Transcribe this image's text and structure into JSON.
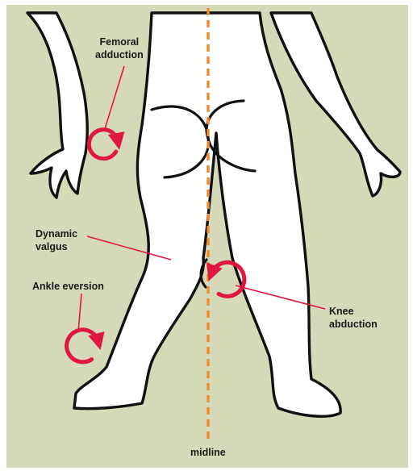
{
  "labels": {
    "femoral_adduction": [
      "Femoral",
      "adduction"
    ],
    "dynamic_valgus": [
      "Dynamic",
      "valgus"
    ],
    "ankle_eversion": "Ankle eversion",
    "knee_abduction": [
      "Knee",
      "abduction"
    ],
    "midline": "midline"
  },
  "colors": {
    "background": "#d6d9b8",
    "body_fill": "#ffffff",
    "outline": "#111111",
    "arrow": "#e0173f",
    "midline": "#f08c2e",
    "text": "#1a1a1a"
  },
  "icons": [
    "rotation-arrow-icon"
  ]
}
